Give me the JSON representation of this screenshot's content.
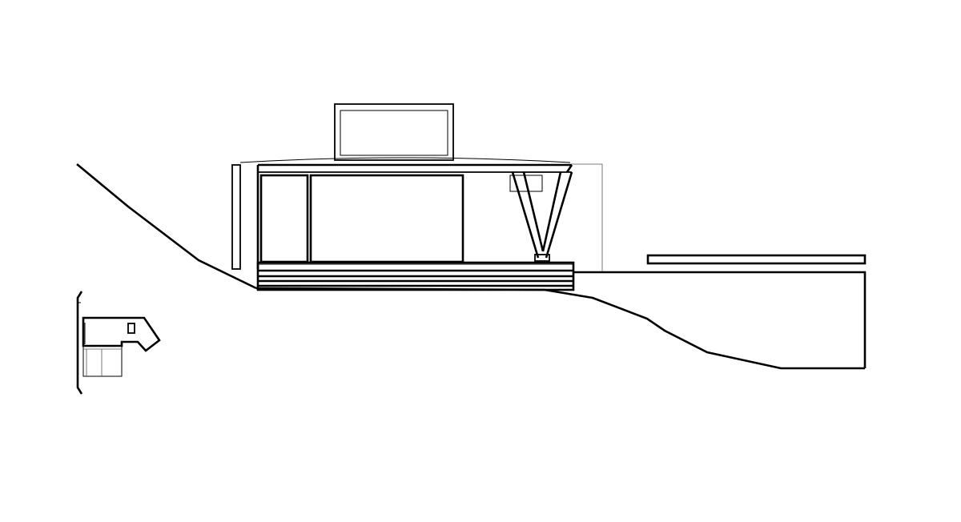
{
  "drawing": {
    "kind": "architectural-elevation",
    "background": "#ffffff",
    "line_color": "#000000",
    "components": [
      "terrain-profile",
      "house-roof",
      "rooftop-box",
      "glazed-facade",
      "v-strut-support",
      "deck-slab",
      "side-platform",
      "retaining-wall",
      "location-keyplan"
    ]
  }
}
